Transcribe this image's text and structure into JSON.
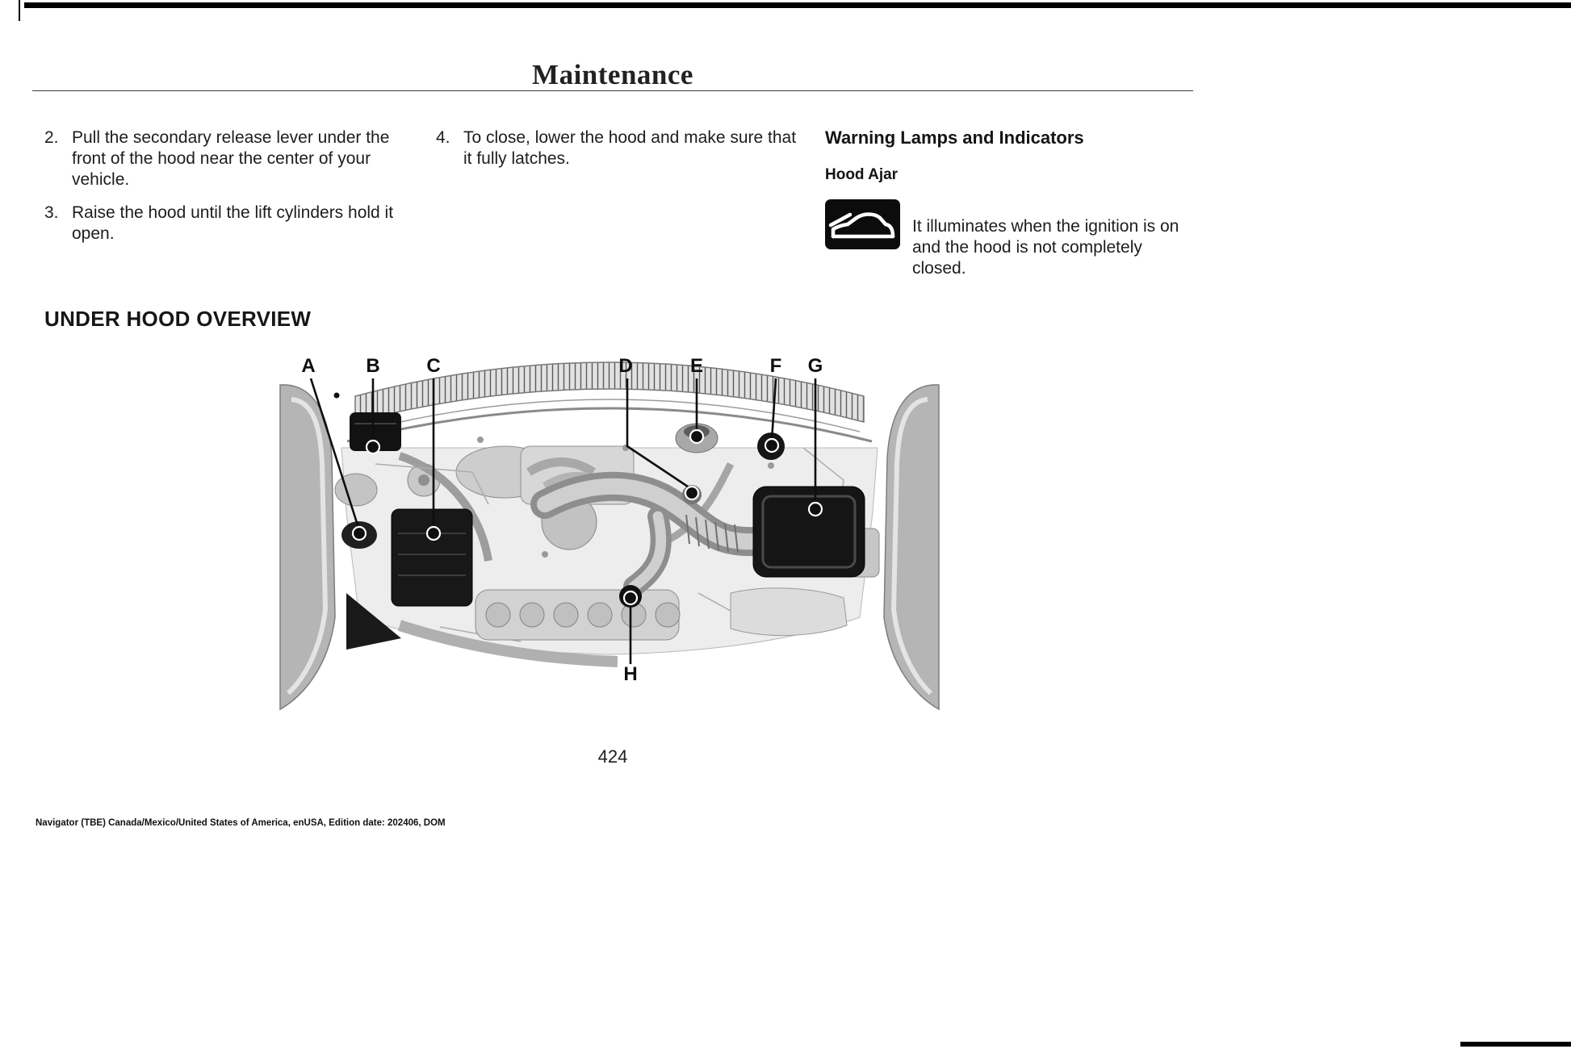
{
  "doc": {
    "title": "Maintenance",
    "page_number": "424",
    "footer": "Navigator (TBE) Canada/Mexico/United States of America, enUSA, Edition date: 202406, DOM"
  },
  "steps": [
    {
      "num": "2.",
      "text": "Pull the secondary release lever under the front of the hood near the center of your vehicle."
    },
    {
      "num": "3.",
      "text": "Raise the hood until the lift cylinders hold it open."
    },
    {
      "num": "4.",
      "text": "To close, lower the hood and make sure that it fully latches."
    }
  ],
  "warning": {
    "heading": "Warning Lamps and Indicators",
    "subheading": "Hood Ajar",
    "icon": "hood-ajar-icon",
    "body": "It illuminates when the ignition is on and the hood is not completely closed."
  },
  "under_hood": {
    "heading": "UNDER HOOD OVERVIEW",
    "callouts": [
      "A",
      "B",
      "C",
      "D",
      "E",
      "F",
      "G",
      "H"
    ]
  },
  "colors": {
    "text": "#1c1c1c",
    "heading": "#141414",
    "icon_bg": "#0c0c0c"
  }
}
